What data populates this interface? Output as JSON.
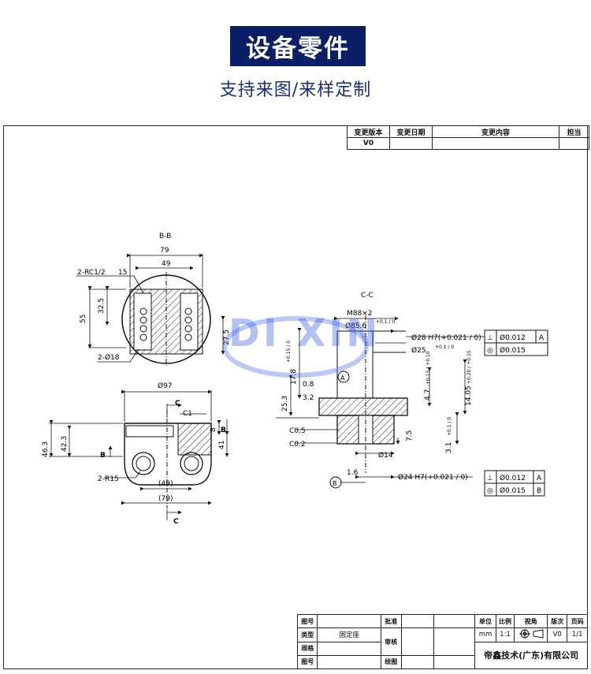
{
  "header": {
    "title": "设备零件",
    "subtitle": "支持来图/来样定制"
  },
  "revision_table": {
    "headers": [
      "变更版本",
      "变更日期",
      "变更内容",
      "担当"
    ],
    "row": [
      "V0",
      "",
      "",
      ""
    ]
  },
  "watermark": "DI XIN",
  "drawing": {
    "section_bb": "B-B",
    "section_cc": "C-C",
    "dims_bb": {
      "w79": "79",
      "w49": "49",
      "rc": "2-RC1/2",
      "depth": "15",
      "h55": "55",
      "h325": "32.5",
      "h275": "27.5",
      "d18": "2-Ø18"
    },
    "dims_front": {
      "d97": "Ø97",
      "c1": "C1",
      "h463": "46.3",
      "h423": "42.3",
      "h8": "8",
      "h41": "41",
      "r15": "2-R15",
      "w49p": "(49)",
      "w79p": "(79)",
      "b_left": "B",
      "b_right": "B",
      "c_top": "C",
      "c_bottom": "C"
    },
    "dims_cc": {
      "m88": "M88×2",
      "d856": "Ø85.6",
      "d856_tol": "+0.1 / 0",
      "d28": "Ø28 H7(+0.021 / 0)",
      "d25": "Ø25",
      "d25_tol": "+0.1 / 0",
      "h178": "17.8",
      "h178_tol": "+0.15 / 0",
      "h08": "0.8",
      "h32": "3.2",
      "h253": "25.3",
      "c05": "C0.5",
      "c02": "C0.2",
      "d14": "Ø14",
      "h75": "7.5",
      "h47": "4.7",
      "h47_tol": "+0.15 / +0.10",
      "h1405": "14.05",
      "h1405_tol": "+0.20 / +0.15",
      "h31": "3.1",
      "h31_tol": "+0.1 / 0",
      "d24": "Ø24 H7(+0.021 / 0)",
      "r16": "1.6",
      "datum_a": "A",
      "datum_b": "B"
    },
    "gdt_top": [
      {
        "sym": "⊥",
        "val": "Ø0.012",
        "ref": "A"
      },
      {
        "sym": "◎",
        "val": "Ø0.015",
        "ref": ""
      }
    ],
    "gdt_bottom": [
      {
        "sym": "⊥",
        "val": "Ø0.012",
        "ref": "A"
      },
      {
        "sym": "◎",
        "val": "Ø0.015",
        "ref": "B"
      }
    ]
  },
  "title_block": {
    "labels": [
      "图号",
      "类型",
      "规格",
      "图号"
    ],
    "type_value": "固定座",
    "approve": "批准",
    "review": "审核",
    "draw": "绘图",
    "cols": [
      "单位",
      "比例",
      "视角",
      "版次",
      "页码"
    ],
    "vals": [
      "mm",
      "1:1",
      "",
      "V0",
      "1/1"
    ],
    "company": "帝鑫技术(广东)有限公司"
  }
}
